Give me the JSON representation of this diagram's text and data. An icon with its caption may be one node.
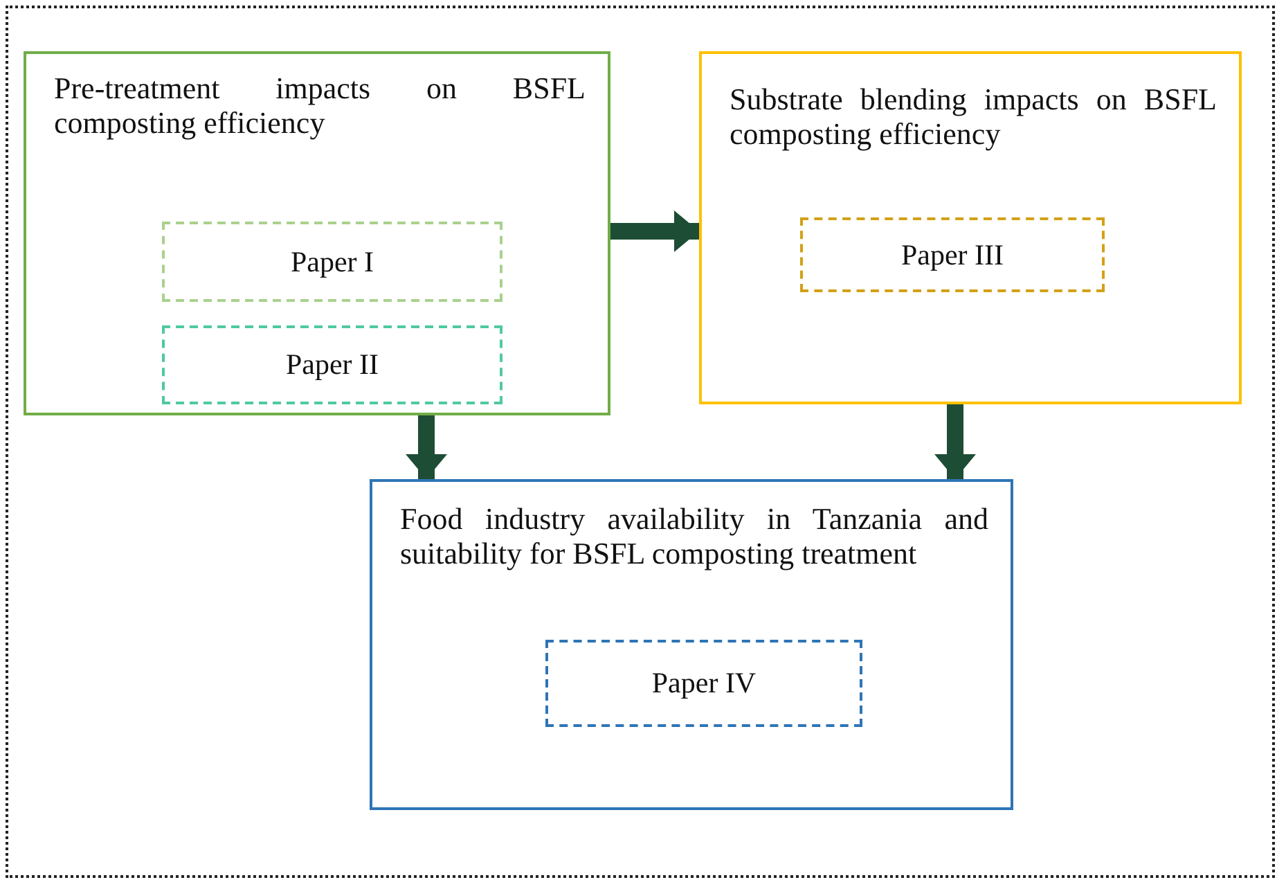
{
  "diagram": {
    "nodes": [
      {
        "text": [
          "Pre-treatment impacts on BSFL composting efficiency"
        ]
      },
      {
        "text": [
          "Paper I"
        ],
        "in": 0
      },
      {
        "text": [
          "Paper II"
        ],
        "in": 0
      },
      {
        "text": [
          "Substrate blending impacts on BSFL composting efficiency"
        ]
      },
      {
        "text": [
          "Paper III"
        ],
        "in": 3
      },
      {
        "text": [
          "Food industry availability in Tanzania and suitability for BSFL composting treatment"
        ]
      },
      {
        "text": [
          "Paper IV"
        ],
        "in": 5
      }
    ],
    "edges": [
      {
        "from": 0,
        "to": 3,
        "arrow": "to"
      },
      {
        "from": 0,
        "to": 5,
        "arrow": "to"
      },
      {
        "from": 3,
        "to": 5,
        "arrow": "to"
      }
    ]
  }
}
